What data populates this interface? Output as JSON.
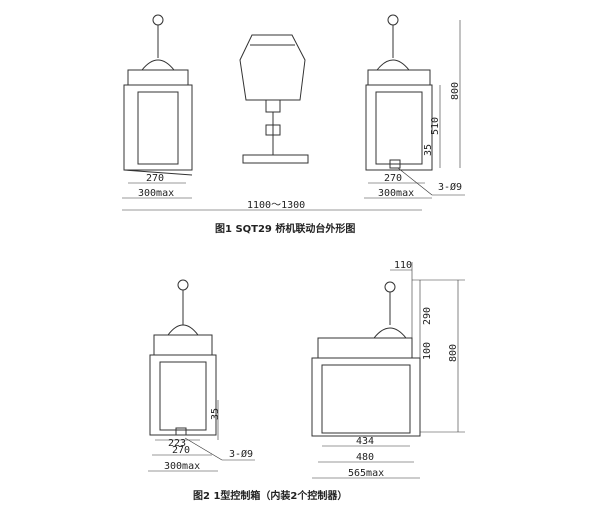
{
  "figure1": {
    "caption": "图1 SQT29 桥机联动台外形图",
    "left_console": {
      "inner_width": "270",
      "outer_width": "300max"
    },
    "right_console": {
      "inner_width": "270",
      "outer_width": "300max",
      "height_total": "800",
      "height_box": "510",
      "base_height": "35",
      "holes": "3-Ø9"
    },
    "overall_width": "1100～1300"
  },
  "figure2": {
    "caption": "图2 1型控制箱（内装2个控制器）",
    "side_view": {
      "hole_spacing": "223",
      "inner_width": "270",
      "outer_width": "300max",
      "base_height": "35",
      "holes": "3-Ø9"
    },
    "front_view": {
      "handle_offset": "110",
      "handle_height": "290",
      "top_height": "100",
      "height_total": "800",
      "inner_width": "434",
      "mid_width": "480",
      "outer_width": "565max"
    }
  }
}
